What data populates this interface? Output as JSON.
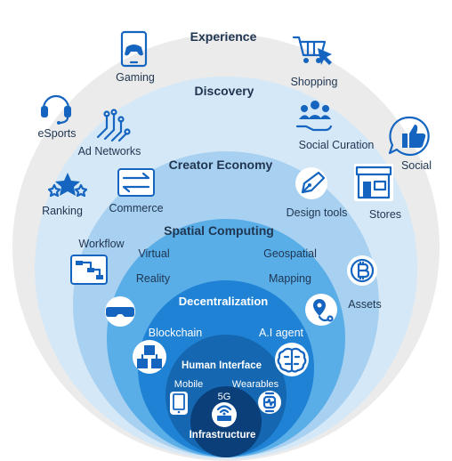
{
  "layers": {
    "experience": "Experience",
    "discovery": "Discovery",
    "creator_economy": "Creator Economy",
    "spatial_computing": "Spatial Computing",
    "decentralization": "Decentralization",
    "human_interface": "Human Interface",
    "infrastructure": "Infrastructure"
  },
  "items": {
    "gaming": "Gaming",
    "shopping": "Shopping",
    "esports": "eSports",
    "social": "Social",
    "ad_networks": "Ad Networks",
    "social_curation": "Social Curation",
    "ranking": "Ranking",
    "commerce": "Commerce",
    "design_tools": "Design tools",
    "stores": "Stores",
    "workflow": "Workflow",
    "virtual": "Virtual",
    "reality": "Reality",
    "geospatial": "Geospatial",
    "mapping": "Mapping",
    "assets": "Assets",
    "blockchain": "Blockchain",
    "ai_agent": "A.I agent",
    "mobile": "Mobile",
    "wearables": "Wearables",
    "five_g": "5G"
  },
  "colors": {
    "ring_experience": "#ebebeb",
    "ring_discovery": "#d4e8f7",
    "ring_creator": "#a8d0f0",
    "ring_spatial": "#5aaee8",
    "ring_decentralization": "#1f82d4",
    "ring_human_interface": "#1467b0",
    "ring_infrastructure": "#0b3f7a",
    "icon_blue": "#1565c0",
    "text_dark": "#1f3550"
  },
  "icons": [
    "gamepad-icon",
    "shopping-cart-icon",
    "headset-icon",
    "thumbs-up-icon",
    "circuit-icon",
    "people-icon",
    "stars-icon",
    "exchange-arrows-icon",
    "pen-nib-icon",
    "storefront-icon",
    "workflow-icon",
    "vr-headset-icon",
    "location-pin-icon",
    "bitcoin-icon",
    "blocks-icon",
    "brain-icon",
    "smartwatch-icon",
    "phone-icon",
    "router-icon"
  ]
}
